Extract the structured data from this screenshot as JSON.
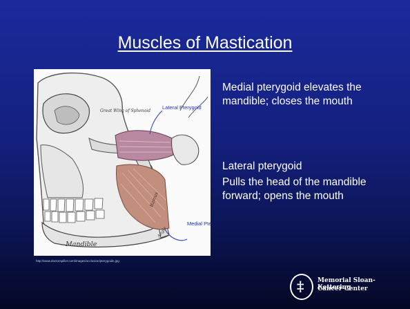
{
  "slide": {
    "title": "Muscles of Mastication",
    "paragraph1": "Medial pterygoid elevates the mandible; closes the mouth",
    "paragraph2_heading": "Lateral pterygoid",
    "paragraph2_body": "Pulls the head of  the mandible forward; opens the mouth",
    "figure_source": "http://www.doctorspiller.com/images/occlusion/pterygoids.jpg"
  },
  "figure": {
    "label_great_wing": "Great Wing of Sphenoid",
    "label_lateral": "Lateral Pterygoid",
    "label_medial": "Medial Pter",
    "label_mandible": "Mandible",
    "label_ramus": "Ramus",
    "label_angle": "Angle"
  },
  "logo": {
    "line1": "Memorial Sloan-Kettering",
    "line2": "Cancer Center"
  },
  "colors": {
    "background_top": "#1a2a9c",
    "background_bottom": "#040824",
    "text": "#ffffff",
    "figure_label": "#24379b"
  }
}
